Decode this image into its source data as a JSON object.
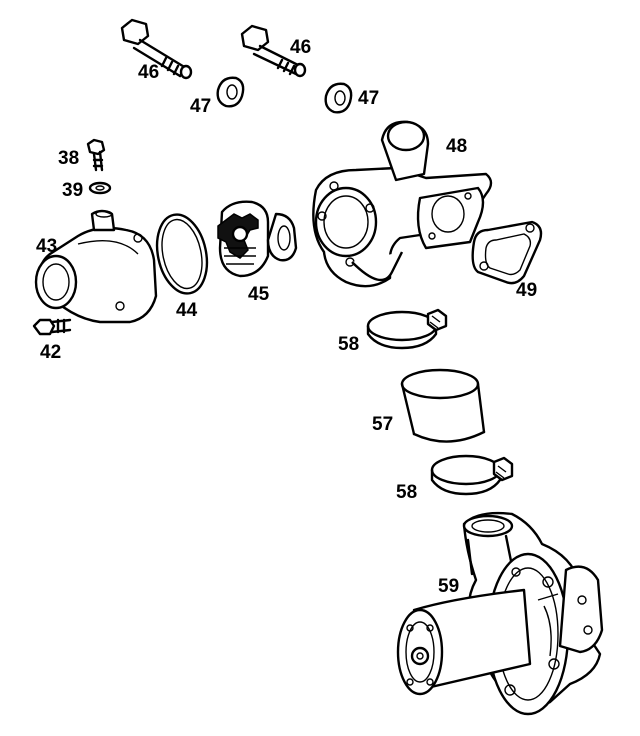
{
  "callouts": {
    "bolt_left": "46",
    "bolt_right": "46",
    "washer_left": "47",
    "washer_right": "47",
    "housing_elbow": "48",
    "gasket_housing": "49",
    "bolt_small": "38",
    "washer_small": "39",
    "cover": "43",
    "bolt_cover": "42",
    "oring": "44",
    "thermostat": "45",
    "clamp_upper": "58",
    "hose": "57",
    "clamp_lower": "58",
    "water_pump": "59"
  }
}
